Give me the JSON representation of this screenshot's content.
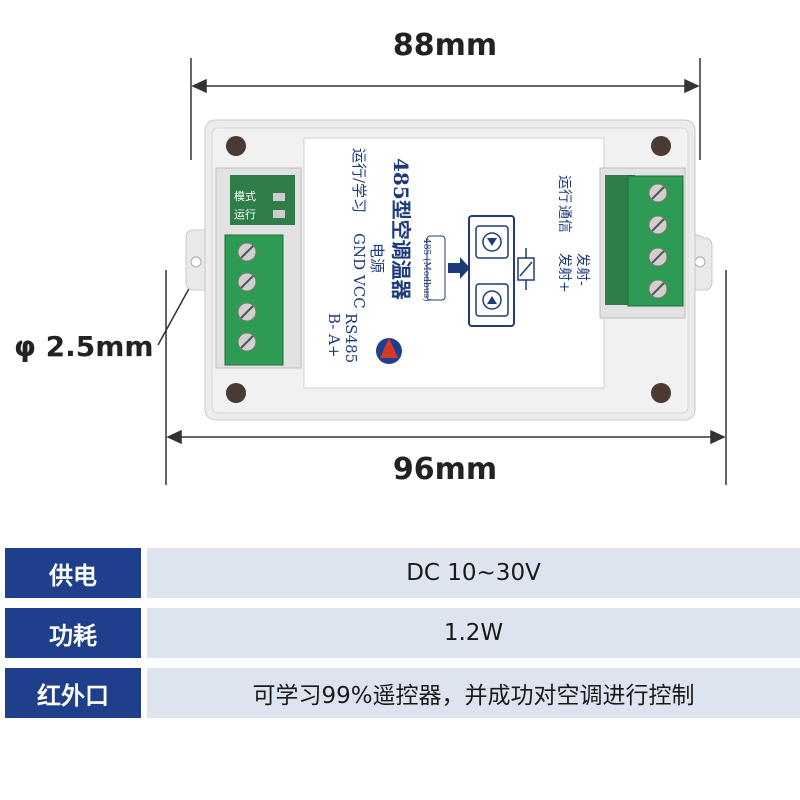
{
  "dimensions": {
    "top_width": "88mm",
    "bottom_width": "96mm",
    "hole_diameter": "φ 2.5mm"
  },
  "device_labels": {
    "mode": "模式",
    "run": "运行",
    "run_learn": "运行/学习",
    "power_pins": "GND VCC",
    "power_label": "电源",
    "bus_pins": "B-   A+",
    "bus_label": "RS485",
    "title": "485型空调温器",
    "protocol": "485 (Modbus)",
    "right_run": "运行",
    "right_comm": "通信",
    "emit_plus": "发射+",
    "emit_minus": "发射-"
  },
  "specs": [
    {
      "key": "供电",
      "value": "DC 10~30V"
    },
    {
      "key": "功耗",
      "value": "1.2W"
    },
    {
      "key": "红外口",
      "value": "可学习99%遥控器，并成功对空调进行控制"
    }
  ],
  "colors": {
    "header_bg": "#1e3f8c",
    "value_bg": "#dde3ef",
    "terminal_green": "#2e9b55"
  }
}
